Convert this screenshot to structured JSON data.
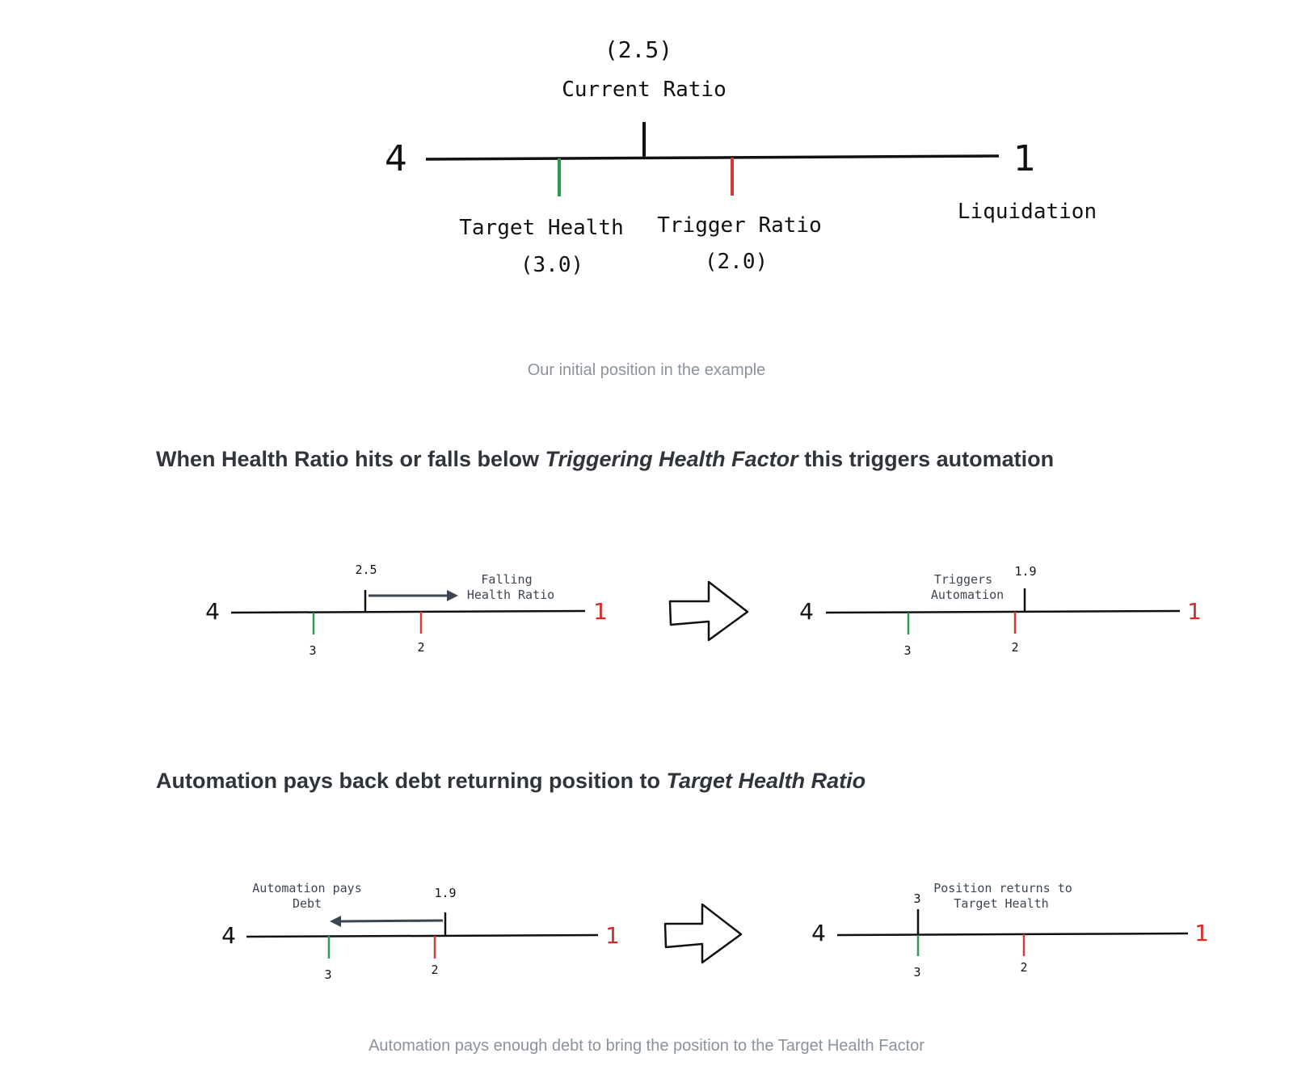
{
  "colors": {
    "line": "#111111",
    "target": "#2e9a4a",
    "trigger": "#d33b3b",
    "one": "#d42a2a",
    "arrow": "#3c4650",
    "heading": "#2f353b",
    "caption": "#8a939b"
  },
  "figure1": {
    "current_value": "(2.5)",
    "current_label": "Current Ratio",
    "left_end": "4",
    "right_end": "1",
    "target_label": "Target Health",
    "target_value": "(3.0)",
    "trigger_label": "Trigger Ratio",
    "trigger_value": "(2.0)",
    "liquidation_label": "Liquidation"
  },
  "caption1": "Our initial position in the example",
  "heading1": {
    "part1": "When Health Ratio hits or falls below ",
    "italic": "Triggering Health Factor",
    "part2": " this triggers automation"
  },
  "figure2a": {
    "left_end": "4",
    "right_end": "1",
    "current_value": "2.5",
    "note_line1": "Falling",
    "note_line2": "Health Ratio",
    "tick_target": "3",
    "tick_trigger": "2"
  },
  "figure2b": {
    "left_end": "4",
    "right_end": "1",
    "current_value": "1.9",
    "note_line1": "Triggers",
    "note_line2": "Automation",
    "tick_target": "3",
    "tick_trigger": "2"
  },
  "heading2": {
    "part1": "Automation pays back debt returning position to ",
    "italic": "Target Health Ratio"
  },
  "figure3a": {
    "left_end": "4",
    "right_end": "1",
    "current_value": "1.9",
    "note_line1": "Automation pays",
    "note_line2": "Debt",
    "tick_target": "3",
    "tick_trigger": "2"
  },
  "figure3b": {
    "left_end": "4",
    "right_end": "1",
    "current_value": "3",
    "note_line1": "Position returns to",
    "note_line2": "Target Health",
    "tick_target": "3",
    "tick_trigger": "2"
  },
  "caption2": "Automation pays enough debt to bring the position to the Target Health Factor"
}
